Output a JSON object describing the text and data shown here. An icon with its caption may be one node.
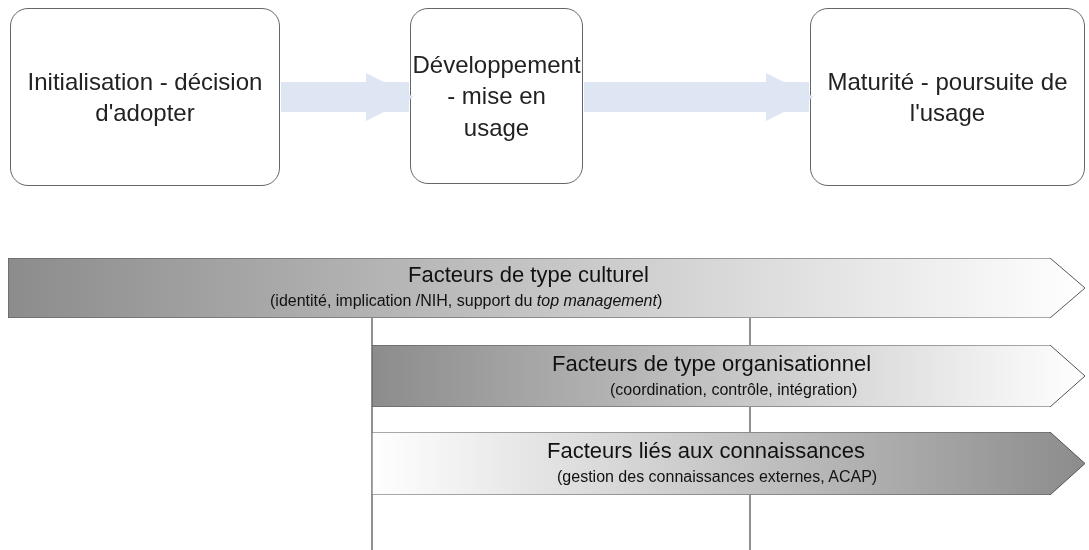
{
  "diagram": {
    "nodes": [
      {
        "text": [
          "Initialisation - décision d'adopter"
        ]
      },
      {
        "text": [
          "Développement - mise en usage"
        ]
      },
      {
        "text": [
          "Maturité - poursuite de l'usage"
        ]
      },
      {
        "text": [
          "Facteurs de type culturel",
          "(identité, implication /NIH, support du *top management*)"
        ]
      },
      {
        "text": [
          "Facteurs de type organisationnel",
          "(coordination, contrôle, intégration)"
        ]
      },
      {
        "text": [
          "Facteurs liés aux connaissances",
          "(gestion des connaissances externes, ACAP)"
        ]
      }
    ],
    "edges": [
      {
        "from": 0,
        "to": 1,
        "arrow": "to"
      },
      {
        "from": 1,
        "to": 2,
        "arrow": "to"
      }
    ]
  }
}
